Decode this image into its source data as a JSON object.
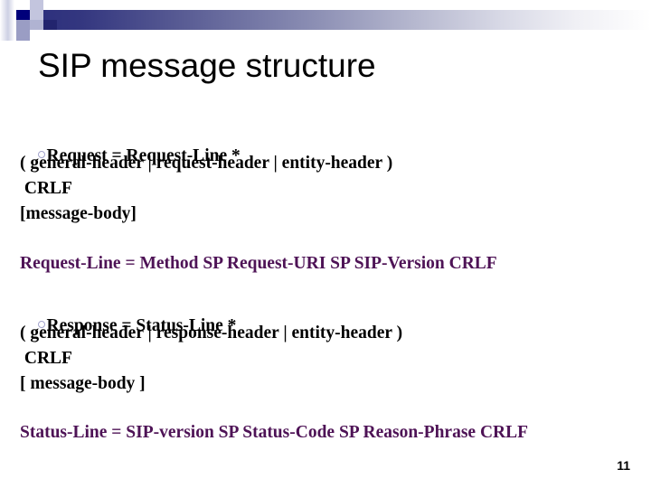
{
  "slide": {
    "title": "SIP message structure",
    "page_number": "11",
    "accent_color": "#4e1356",
    "header_bar_color_start": "#2c2f7d",
    "header_bar_color_end": "#ffffff",
    "bullet_color": "#a3a3cc",
    "body_color": "#000000"
  },
  "blocks": {
    "request": {
      "bullet": true,
      "line1": "Request = Request-Line *",
      "line2": "( general-header | request-header | entity-header )",
      "line3": " CRLF",
      "line4": "[message-body]"
    },
    "request_line": {
      "text": "Request-Line = Method SP Request-URI SP SIP-Version CRLF"
    },
    "response": {
      "bullet": true,
      "line1": "Response = Status-Line *",
      "line2": "( general-header | response-header | entity-header )",
      "line3": " CRLF",
      "line4": "[ message-body ]"
    },
    "status_line": {
      "text": "Status-Line = SIP-version SP Status-Code SP Reason-Phrase CRLF"
    }
  }
}
